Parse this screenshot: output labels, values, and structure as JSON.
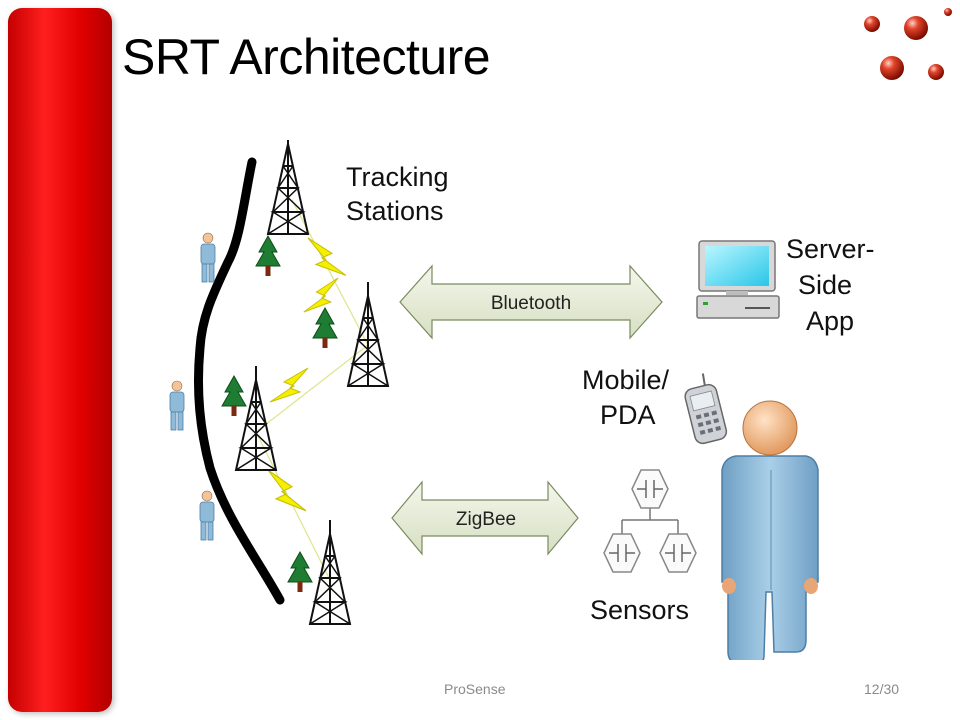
{
  "slide": {
    "title": "SRT Architecture",
    "footer_center": "ProSense",
    "footer_page": "12/30"
  },
  "diagram": {
    "tracking_stations_line1": "Tracking",
    "tracking_stations_line2": "Stations",
    "bluetooth_label": "Bluetooth",
    "zigbee_label": "ZigBee",
    "server_line1": "Server-",
    "server_line2": "Side",
    "server_line3": "App",
    "mobile_line1": "Mobile/",
    "mobile_line2": "PDA",
    "sensors_label": "Sensors"
  },
  "colors": {
    "accent_red": "#e00000",
    "arrow_fill": "#e6ecd6",
    "lightning": "#f5f000",
    "person": "#8fbbd9"
  }
}
